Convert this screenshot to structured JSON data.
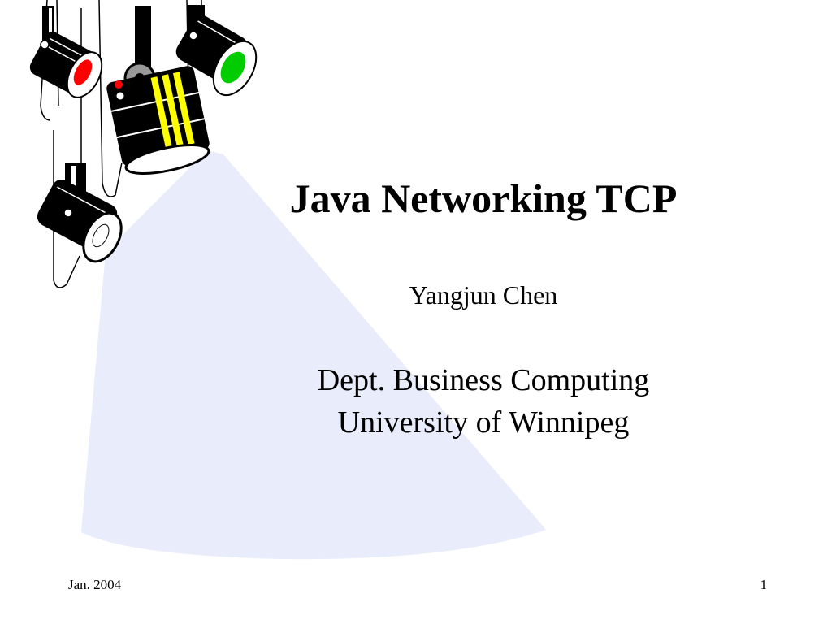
{
  "slide": {
    "title": "Java Networking TCP",
    "author": "Yangjun Chen",
    "affiliation_line1": "Dept. Business Computing",
    "affiliation_line2": "University of Winnipeg"
  },
  "footer": {
    "date": "Jan. 2004",
    "page_number": "1"
  },
  "colors": {
    "background": "#ffffff",
    "spotlight_beam": "#e8ecfb",
    "lamp_body": "#000000",
    "lens_red": "#ff0000",
    "lens_green": "#00cc00",
    "lens_white": "#ffffff",
    "stripe_yellow": "#ffff00"
  },
  "icons": [
    "spotlight-icon",
    "spotlight-icon",
    "spotlight-icon",
    "spotlight-icon"
  ]
}
